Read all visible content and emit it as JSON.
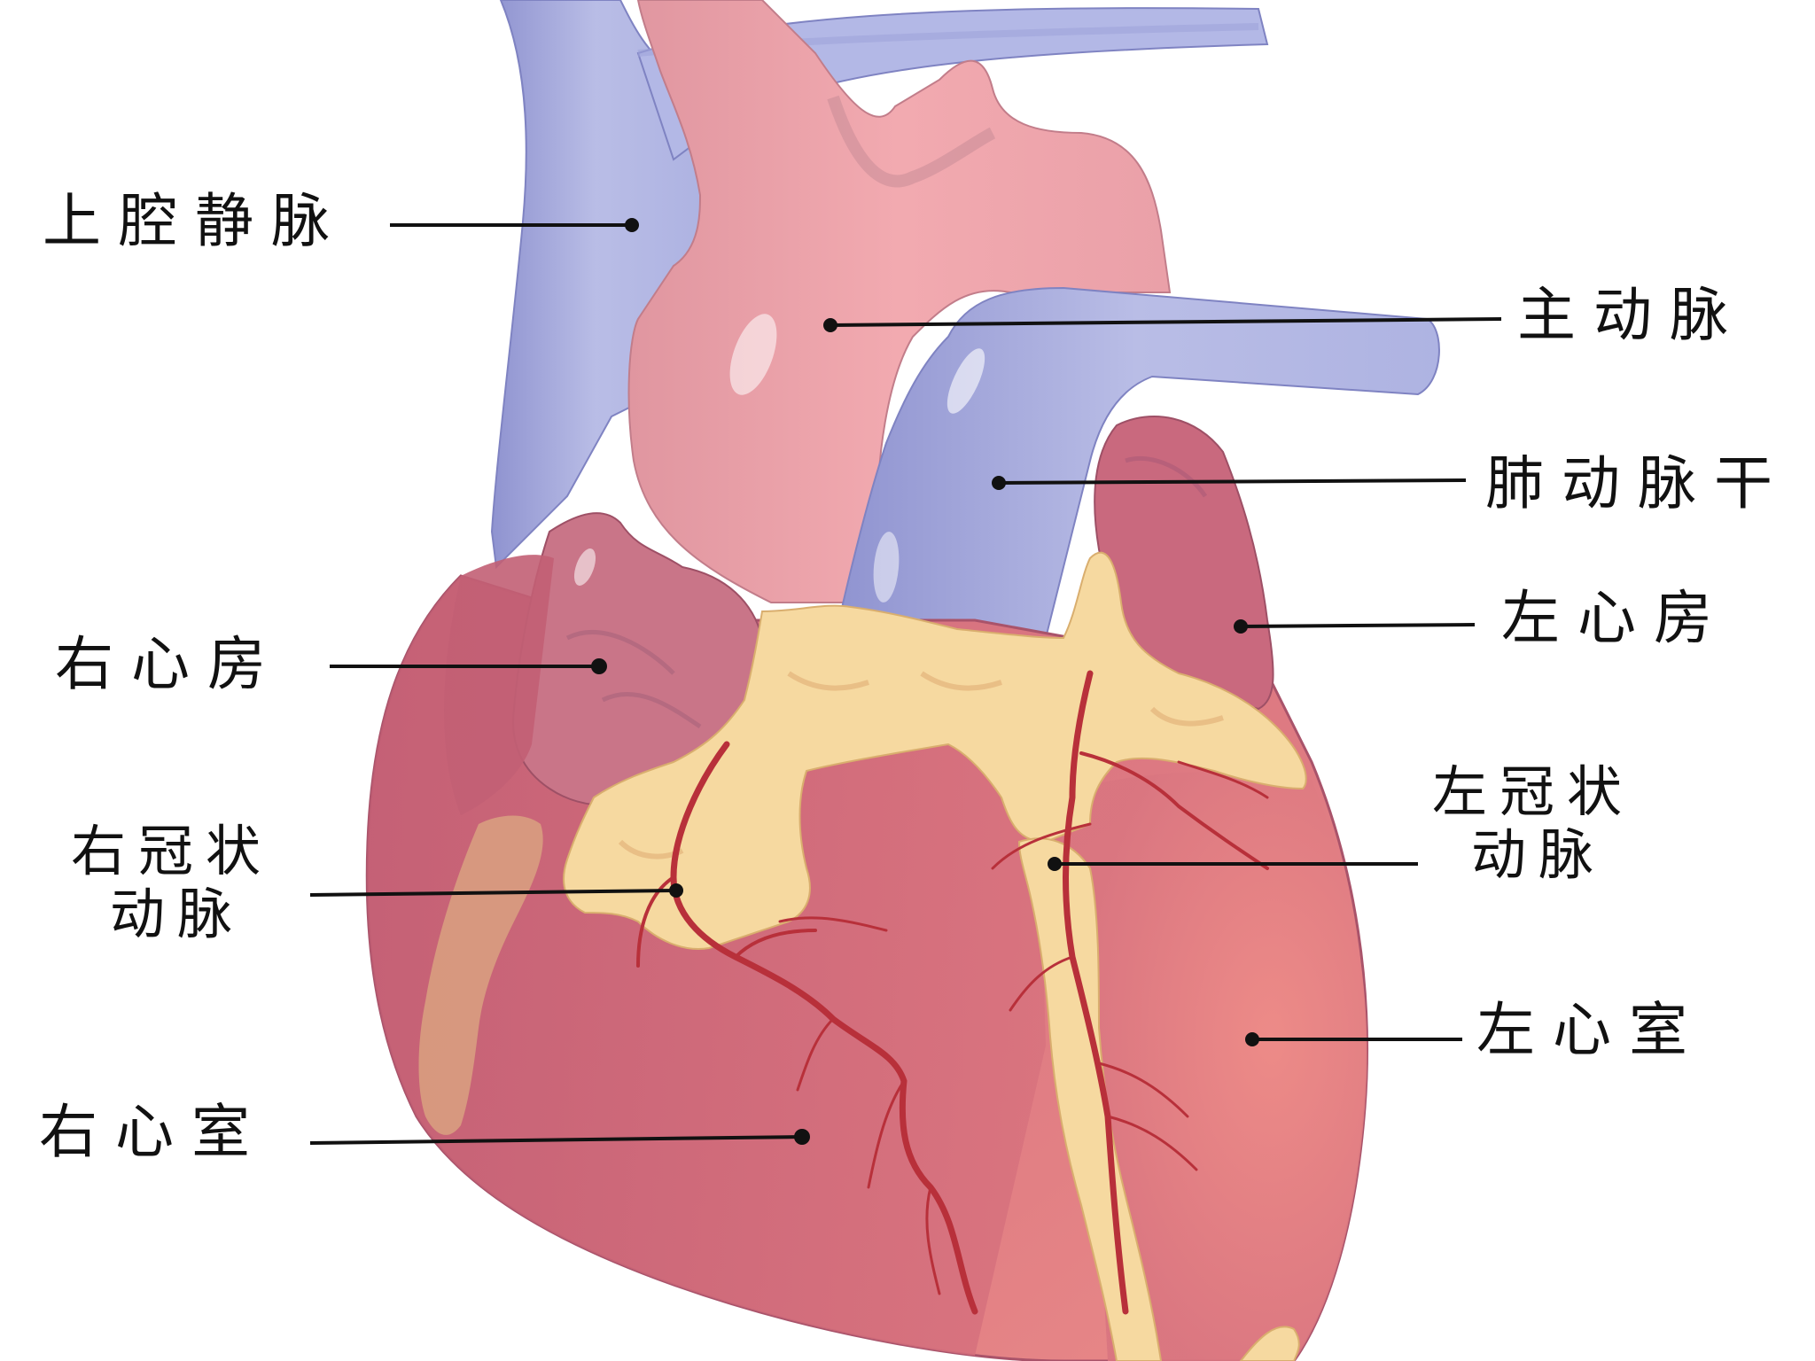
{
  "colors": {
    "artery": "#f0a8ae",
    "artery_dark": "#d88a95",
    "vein": "#b9bde6",
    "vein_dark": "#8f93d0",
    "myocardium": "#d9707f",
    "myocardium_dark": "#c45f72",
    "atrium": "#c97588",
    "fat": "#f6d9a0",
    "fat_shadow": "#e9bf86",
    "vessel": "#b8303a",
    "leader": "#111111"
  },
  "labels": {
    "superior_vena_cava": "上腔静脉",
    "aorta": "主动脉",
    "pulmonary_trunk": "肺动脉干",
    "left_atrium": "左心房",
    "right_atrium": "右心房",
    "right_coronary_line1": "右冠状",
    "right_coronary_line2": "动脉",
    "left_coronary_line1": "左冠状",
    "left_coronary_line2": "动脉",
    "left_ventricle": "左心室",
    "right_ventricle": "右心室"
  }
}
